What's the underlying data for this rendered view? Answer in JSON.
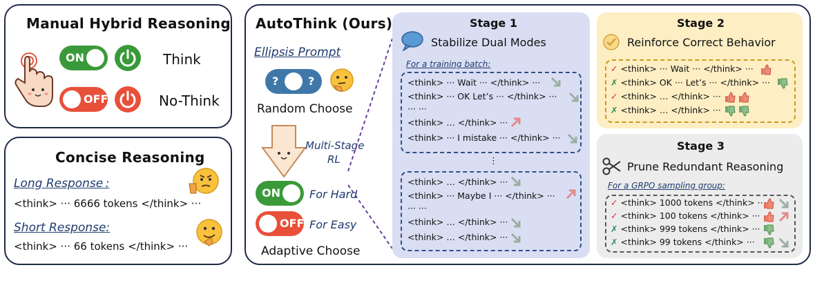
{
  "manual": {
    "title": "Manual Hybrid Reasoning",
    "on_label": "ON",
    "off_label": "OFF",
    "think_label": "Think",
    "nothink_label": "No-Think"
  },
  "concise": {
    "title": "Concise Reasoning",
    "long_label": "Long Response :",
    "long_text": "<think> ··· 6666 tokens </think> ···",
    "short_label": "Short Response:",
    "short_text": "<think> ··· 66 tokens </think> ···"
  },
  "autothink": {
    "title": "AutoThink (Ours)",
    "ellipsis_prompt": "Ellipsis Prompt",
    "random_choose": "Random Choose",
    "multi_stage_1": "Multi-Stage",
    "multi_stage_2": "RL",
    "on_label": "ON",
    "off_label": "OFF",
    "for_hard": "For Hard",
    "for_easy": "For Easy",
    "adaptive_choose": "Adaptive Choose"
  },
  "stage1": {
    "title": "Stage 1",
    "subtitle": "Stabilize Dual Modes",
    "batch_label": "For a training batch:",
    "box1": [
      "<think> ··· Wait ··· </think> ···",
      "<think> ··· OK Let’s ··· </think> ···",
      "··· ···",
      "<think> … </think> ···",
      "<think> ··· I mistake ··· </think> ···"
    ],
    "vdots": "⋮",
    "box2": [
      "<think> … </think> ···",
      "<think> ··· Maybe I ··· </think> ···",
      "··· ···",
      "<think> … </think> ···",
      "<think> … </think> ···"
    ]
  },
  "stage2": {
    "title": "Stage 2",
    "subtitle": "Reinforce Correct Behavior",
    "lines": [
      "<think> ··· Wait ··· </think> ···",
      "<think> OK ··· Let’s ··· </think> ···",
      "<think> … </think> ···",
      "<think> … </think> ···"
    ]
  },
  "stage3": {
    "title": "Stage 3",
    "subtitle": "Prune Redundant Reasoning",
    "group_label": "For a GRPO sampling group:",
    "lines": [
      "<think> 1000 tokens </think> ···",
      "<think> 100 tokens </think> ···",
      "<think> 999 tokens </think> ···",
      "<think> 99 tokens </think> ···"
    ]
  },
  "colors": {
    "on_green": "#3a9a3a",
    "off_red": "#e8503a",
    "toggle_blue": "#3f78a8",
    "stage1_bg": "#d9def3",
    "stage2_bg": "#fdeec4",
    "stage3_bg": "#ececec"
  }
}
